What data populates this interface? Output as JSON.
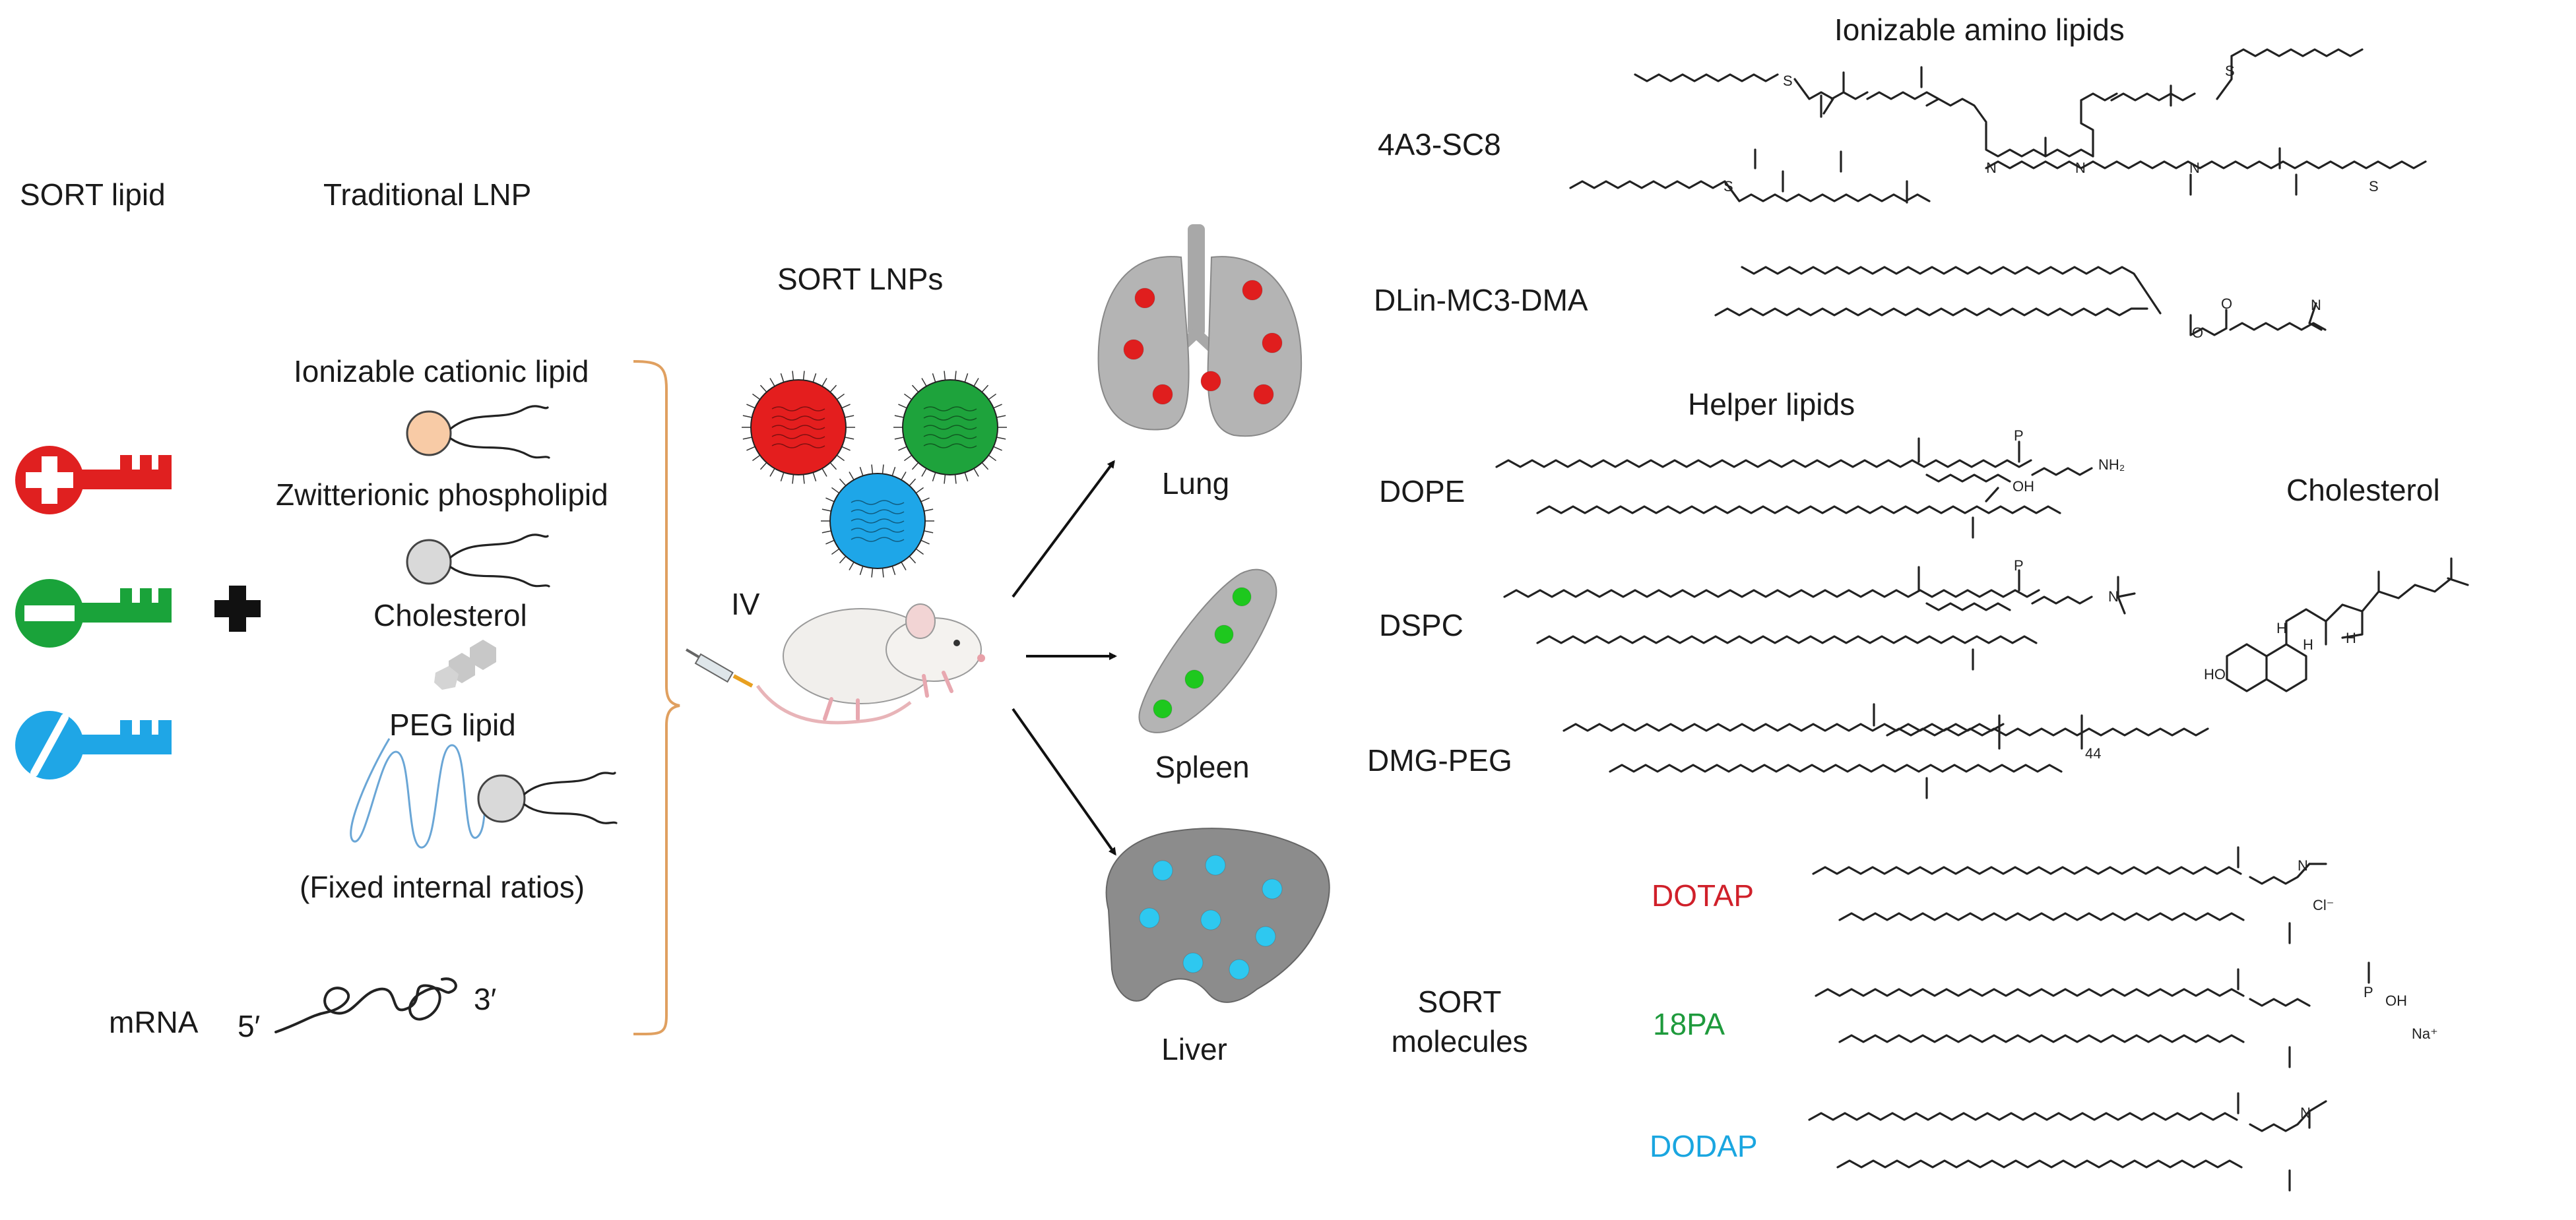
{
  "left_panel": {
    "sort_lipid_heading": "SORT lipid",
    "traditional_lnp_heading": "Traditional LNP",
    "components": [
      {
        "label": "Ionizable cationic lipid",
        "head_color": "#f8cba6"
      },
      {
        "label": "Zwitterionic phospholipid",
        "head_color": "#d9d9d9"
      },
      {
        "label": "Cholesterol"
      },
      {
        "label": "PEG lipid",
        "head_color": "#d9d9d9"
      }
    ],
    "ratio_note": "(Fixed internal ratios)",
    "mrna_label": "mRNA",
    "mrna_five_prime": "5′",
    "mrna_three_prime": "3′",
    "plus_symbol": "+",
    "keys": [
      {
        "charge": "positive",
        "color": "#e02020",
        "icon": "key-positive-icon"
      },
      {
        "charge": "negative",
        "color": "#1aa33a",
        "icon": "key-negative-icon"
      },
      {
        "charge": "neutral",
        "color": "#1fa6e6",
        "icon": "key-neutral-icon"
      }
    ]
  },
  "middle_panel": {
    "sort_lnps_heading": "SORT LNPs",
    "route_label": "IV",
    "nanoparticle_colors": [
      "#e41e1e",
      "#1ea33c",
      "#1ea6e8"
    ],
    "organs": [
      {
        "label": "Lung",
        "spot_color": "#e01e1e"
      },
      {
        "label": "Spleen",
        "spot_color": "#1ec81e"
      },
      {
        "label": "Liver",
        "spot_color": "#2ec8f0"
      }
    ]
  },
  "right_panel": {
    "ionizable_heading": "Ionizable amino lipids",
    "helper_heading": "Helper lipids",
    "cholesterol_heading": "Cholesterol",
    "sort_molecules_heading": "SORT molecules",
    "lipids": [
      {
        "name": "4A3-SC8"
      },
      {
        "name": "DLin-MC3-DMA"
      },
      {
        "name": "DOPE"
      },
      {
        "name": "DSPC"
      },
      {
        "name": "DMG-PEG"
      }
    ],
    "sort_molecules": [
      {
        "name": "DOTAP",
        "color": "#d0202a"
      },
      {
        "name": "18PA",
        "color": "#1e9a3c"
      },
      {
        "name": "DODAP",
        "color": "#1aa6e0"
      }
    ],
    "atoms": {
      "s": "S",
      "n": "N",
      "o": "O",
      "p": "P",
      "ho": "HO",
      "oh": "OH",
      "h": "H",
      "nh2": "NH₂",
      "cl": "Cl⁻",
      "na": "Na⁺",
      "peg_repeat": "44"
    }
  }
}
